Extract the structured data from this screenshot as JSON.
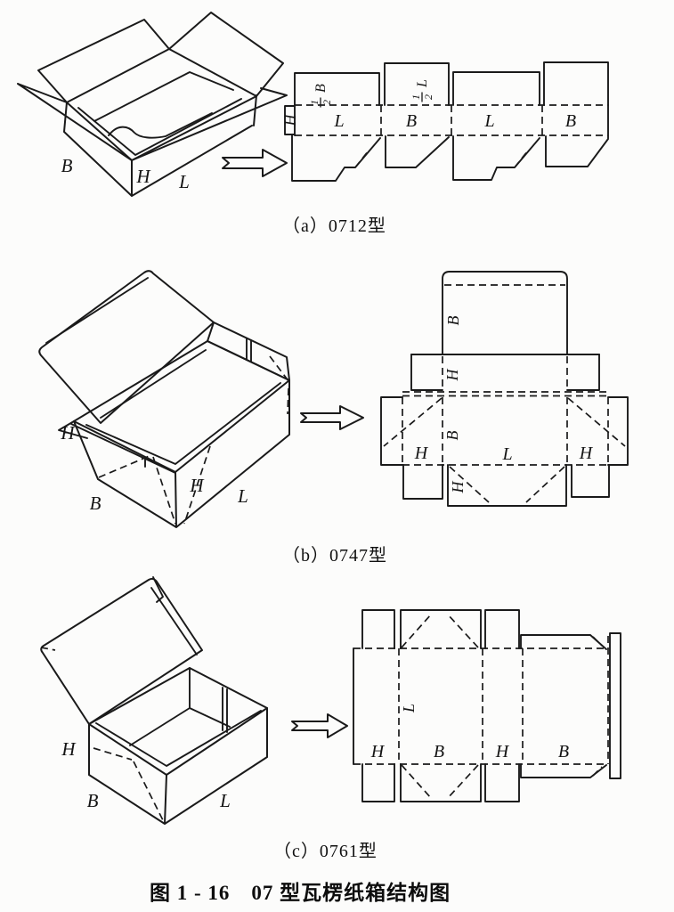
{
  "figure": {
    "caption_a": "（a）0712型",
    "caption_b": "（b）0747型",
    "caption_c": "（c）0761型",
    "main_caption": "图 1 - 16　07 型瓦楞纸箱结构图"
  },
  "fig_a": {
    "box_labels": {
      "b": "B",
      "h": "H",
      "l": "L"
    },
    "pattern_labels": {
      "glue_tab": "H",
      "panel_1": "L",
      "panel_2": "B",
      "panel_3": "L",
      "panel_4": "B",
      "flap_1_num": "1",
      "flap_1_den": "2",
      "flap_1_dim": "B",
      "flap_2_num": "1",
      "flap_2_den": "2",
      "flap_2_dim": "L"
    }
  },
  "fig_b": {
    "box_labels": {
      "h": "H",
      "b": "B",
      "l": "L",
      "inner_h": "H"
    },
    "pattern_labels": {
      "lid": "B",
      "back_wall": "H",
      "left_flap": "H",
      "floor_width": "B",
      "floor": "L",
      "right_flap": "H",
      "front_flap": "H"
    }
  },
  "fig_c": {
    "box_labels": {
      "h": "H",
      "b": "B",
      "l": "L"
    },
    "pattern_labels": {
      "panel_1": "H",
      "panel_2": "B",
      "panel_2_height": "L",
      "panel_3": "H",
      "panel_4": "B"
    }
  }
}
